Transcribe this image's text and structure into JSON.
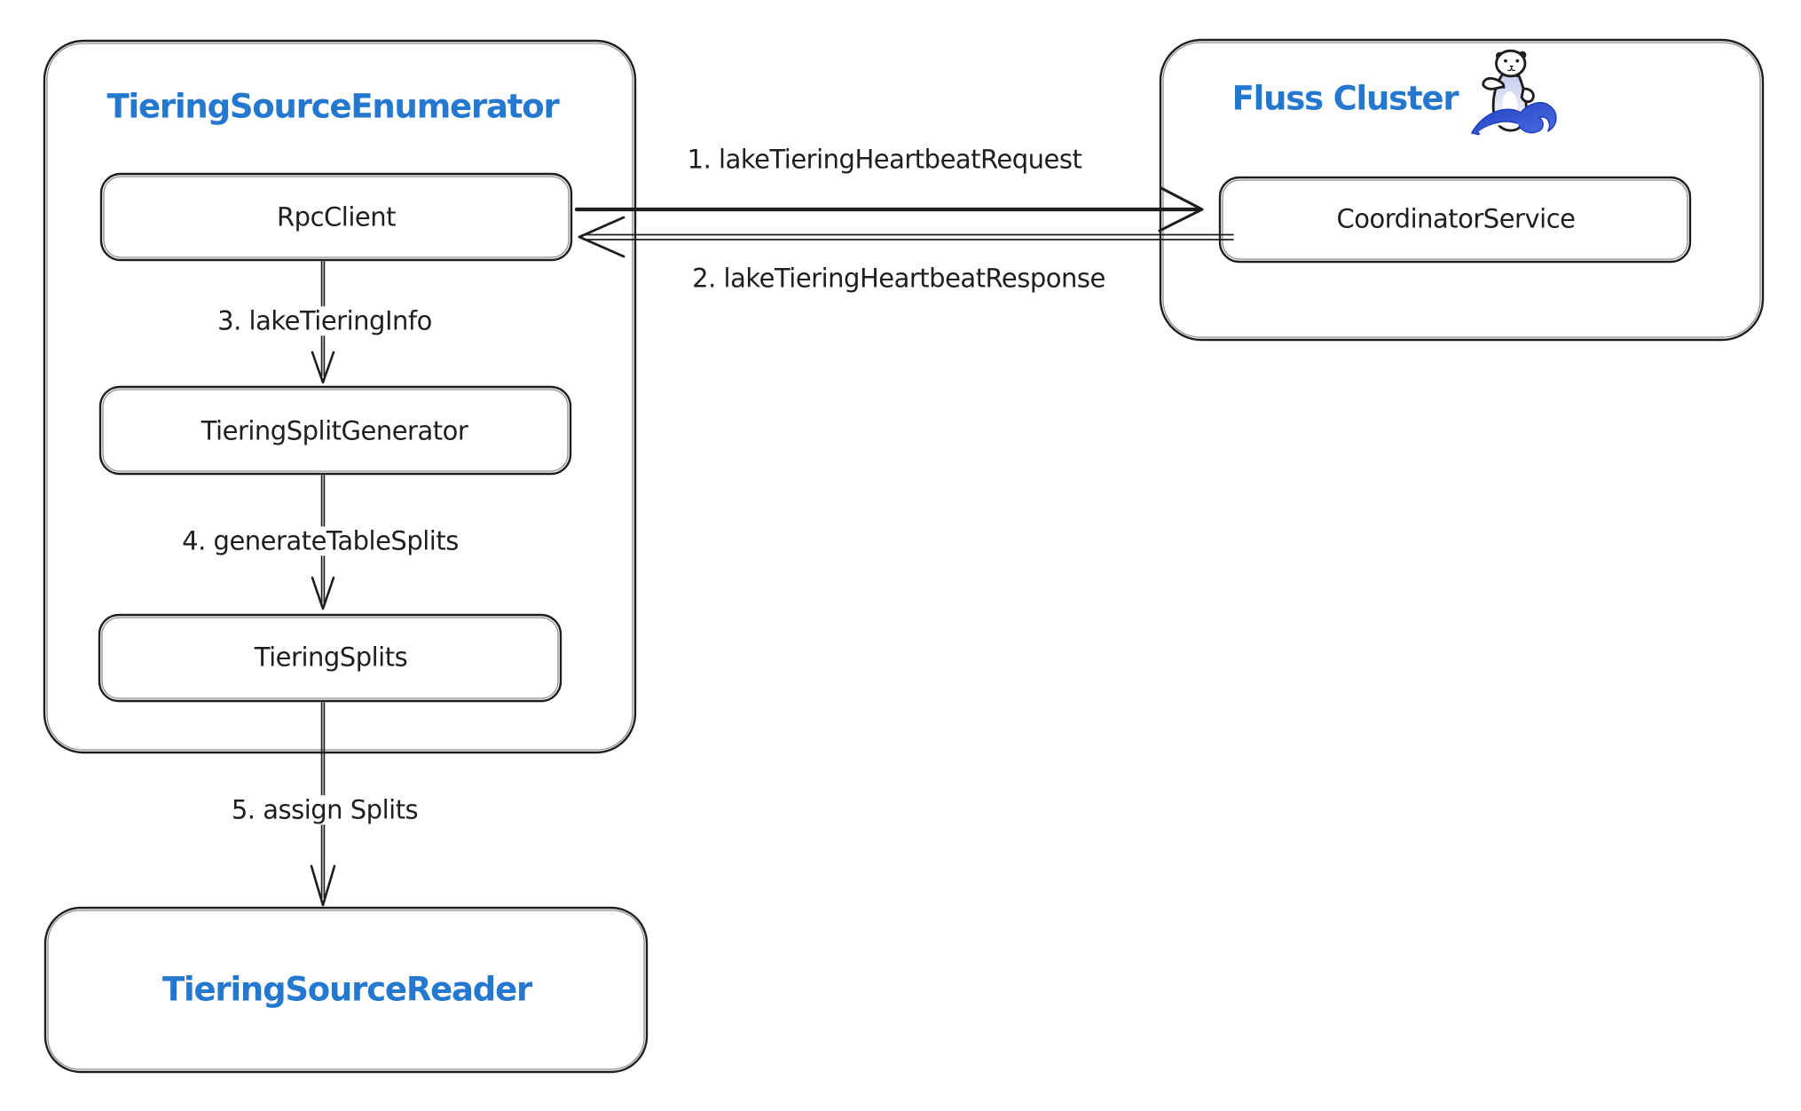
{
  "palette": {
    "stroke": "#1e1e1e",
    "accent_blue": "#2478cf",
    "wave_blue": "#2847c8",
    "background": "#ffffff"
  },
  "icons": {
    "fluss_logo": "otter-surfing-wave-icon"
  },
  "nodes": {
    "enumerator": {
      "title": "TieringSourceEnumerator"
    },
    "rpc_client": {
      "label": "RpcClient"
    },
    "split_generator": {
      "label": "TieringSplitGenerator"
    },
    "tiering_splits": {
      "label": "TieringSplits"
    },
    "fluss_cluster": {
      "title": "Fluss Cluster"
    },
    "coordinator_service": {
      "label": "CoordinatorService"
    },
    "source_reader": {
      "title": "TieringSourceReader"
    }
  },
  "edges": [
    {
      "label": "1. lakeTieringHeartbeatRequest",
      "from": "RpcClient",
      "to": "CoordinatorService",
      "direction": "right"
    },
    {
      "label": "2. lakeTieringHeartbeatResponse",
      "from": "CoordinatorService",
      "to": "RpcClient",
      "direction": "left"
    },
    {
      "label": "3. lakeTieringInfo",
      "from": "RpcClient",
      "to": "TieringSplitGenerator",
      "direction": "down"
    },
    {
      "label": "4. generateTableSplits",
      "from": "TieringSplitGenerator",
      "to": "TieringSplits",
      "direction": "down"
    },
    {
      "label": "5. assign Splits",
      "from": "TieringSplits",
      "to": "TieringSourceReader",
      "direction": "down"
    }
  ]
}
